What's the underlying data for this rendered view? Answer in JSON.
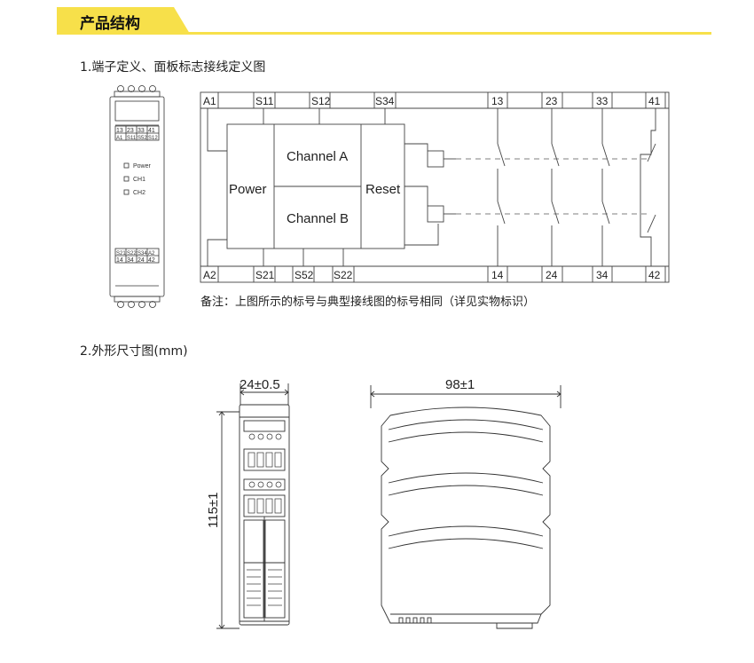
{
  "header": {
    "title": "产品结构",
    "accent_color": "#f7e04a"
  },
  "section1": {
    "title": "1.端子定义、面板标志接线定义图"
  },
  "section2": {
    "title": "2.外形尺寸图(mm)"
  },
  "front_panel": {
    "top_terms_row1": [
      "13",
      "23",
      "33",
      "41"
    ],
    "top_terms_row2": [
      "A1",
      "S11",
      "S52",
      "S12"
    ],
    "leds": [
      "Power",
      "CH1",
      "CH2"
    ],
    "bottom_terms_row1": [
      "S21",
      "S22",
      "S34",
      "A2"
    ],
    "bottom_terms_row2": [
      "14",
      "34",
      "24",
      "42"
    ]
  },
  "wiring": {
    "top_labels": [
      "A1",
      "S11",
      "S12",
      "S34",
      "13",
      "23",
      "33",
      "41"
    ],
    "bottom_labels": [
      "A2",
      "S21",
      "S52",
      "S22",
      "14",
      "24",
      "34",
      "42"
    ],
    "blocks": {
      "power": "Power",
      "channel_a": "Channel A",
      "channel_b": "Channel B",
      "reset": "Reset"
    }
  },
  "note": "备注：上图所示的标号与典型接线图的标号相同（详见实物标识）",
  "dimensions": {
    "width": "24±0.5",
    "height": "115±1",
    "depth": "98±1"
  }
}
